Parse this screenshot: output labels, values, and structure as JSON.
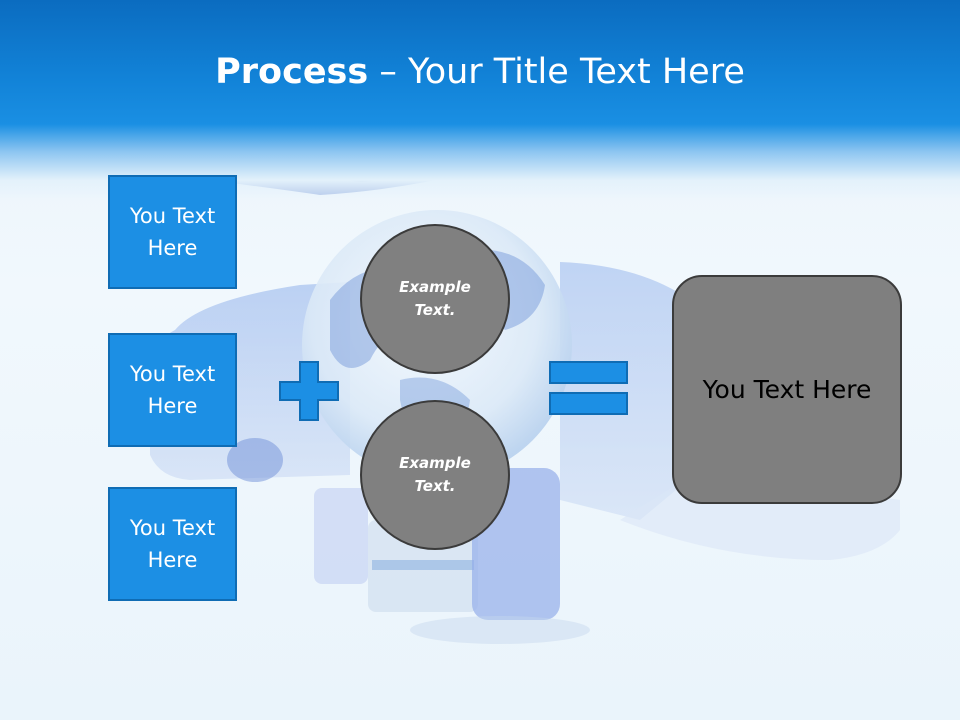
{
  "slide": {
    "title_bold": "Process",
    "title_rest": " – Your Title Text Here",
    "input_boxes": [
      {
        "label": "You Text Here"
      },
      {
        "label": "You Text Here"
      },
      {
        "label": "You Text Here"
      }
    ],
    "circles": [
      {
        "label": "Example Text."
      },
      {
        "label": "Example Text."
      }
    ],
    "result_box": {
      "label": "You Text Here"
    },
    "icons": {
      "plus": "plus-icon",
      "equals": "equals-icon"
    },
    "colors": {
      "header_blue": "#0b6cc0",
      "box_blue": "#1c8fe4",
      "circle_gray": "#808080",
      "result_gray": "#7f7f7f"
    }
  }
}
